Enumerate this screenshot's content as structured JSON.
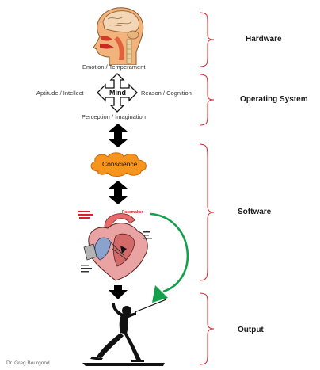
{
  "diagram": {
    "labels": {
      "emotion": "Emotion / Temperament",
      "aptitude": "Aptitude / Intellect",
      "mind": "Mind",
      "reason": "Reason / Cognition",
      "perception": "Perception / Imagination",
      "conscience": "Conscience"
    },
    "layers": [
      {
        "label": "Hardware"
      },
      {
        "label": "Operating System"
      },
      {
        "label": "Software"
      },
      {
        "label": "Output"
      }
    ],
    "heart_annotation": "Pacemaker",
    "credit": "Dr. Greg Bourgond"
  },
  "colors": {
    "brace": "#d9232a",
    "cloud": "#f7941d",
    "curved_arrow": "#12a04b",
    "arrows": "#000000"
  }
}
